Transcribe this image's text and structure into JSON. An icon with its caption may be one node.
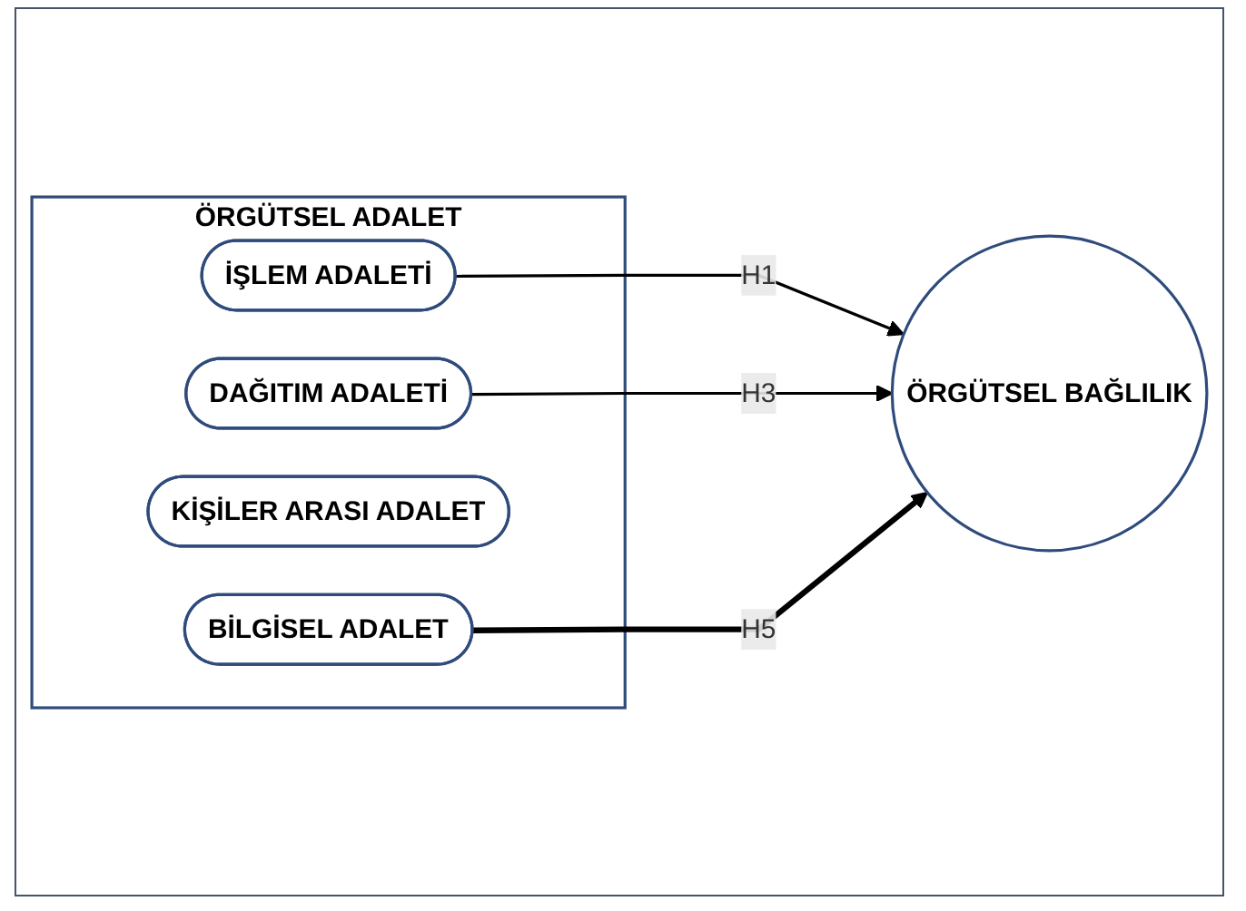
{
  "diagram": {
    "nodes": [
      {
        "text": [
          "ÖRGÜTSEL ADALET"
        ]
      },
      {
        "text": [
          "İŞLEM ADALETİ"
        ],
        "in": 0
      },
      {
        "text": [
          "DAĞITIM ADALETİ"
        ],
        "in": 0
      },
      {
        "text": [
          "KİŞİLER ARASI ADALET"
        ],
        "in": 0
      },
      {
        "text": [
          "BİLGİSEL ADALET"
        ],
        "in": 0
      },
      {
        "text": [
          "ÖRGÜTSEL BAĞLILIK"
        ]
      }
    ],
    "edges": [
      {
        "from": 1,
        "to": 5,
        "arrow": "to",
        "label": "H1"
      },
      {
        "from": 2,
        "to": 5,
        "arrow": "to",
        "label": "H3"
      },
      {
        "from": 4,
        "to": 5,
        "arrow": "to",
        "label": "H5",
        "style": "thick"
      }
    ]
  }
}
